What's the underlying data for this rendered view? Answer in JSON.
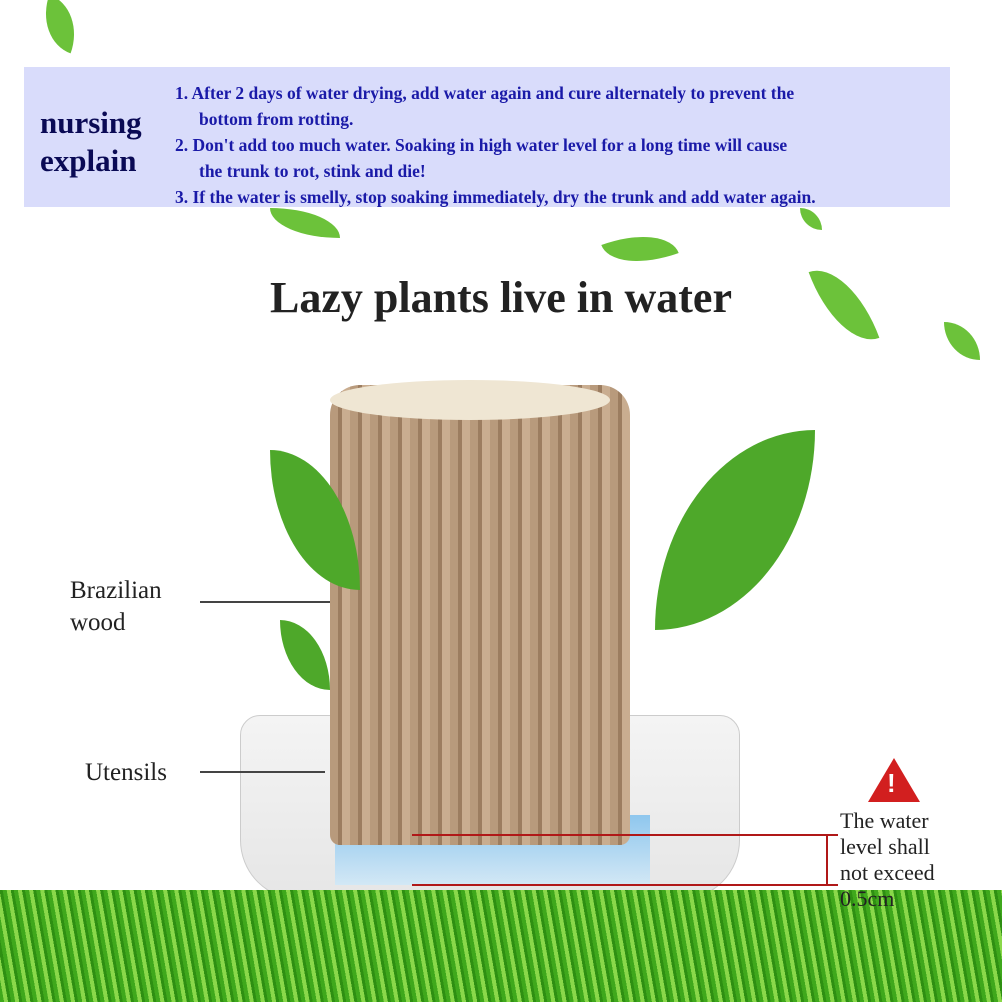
{
  "banner": {
    "heading_line1": "nursing",
    "heading_line2": "explain",
    "items": [
      {
        "line1": "1. After 2 days of water drying, add water again and cure alternately to prevent the",
        "line2": "bottom from rotting."
      },
      {
        "line1": "2. Don't add too much water. Soaking in high water level for a long time will cause",
        "line2": "the trunk to rot, stink and die!"
      },
      {
        "line1": "3. If the water is smelly, stop soaking immediately, dry the trunk and add water again.",
        "line2": ""
      }
    ]
  },
  "title": "Lazy plants live in water",
  "labels": {
    "wood_line1": "Brazilian",
    "wood_line2": "wood",
    "utensils": "Utensils",
    "water_line1": "The water",
    "water_line2": "level shall",
    "water_line3": "not exceed",
    "water_line4": "0.5cm"
  }
}
